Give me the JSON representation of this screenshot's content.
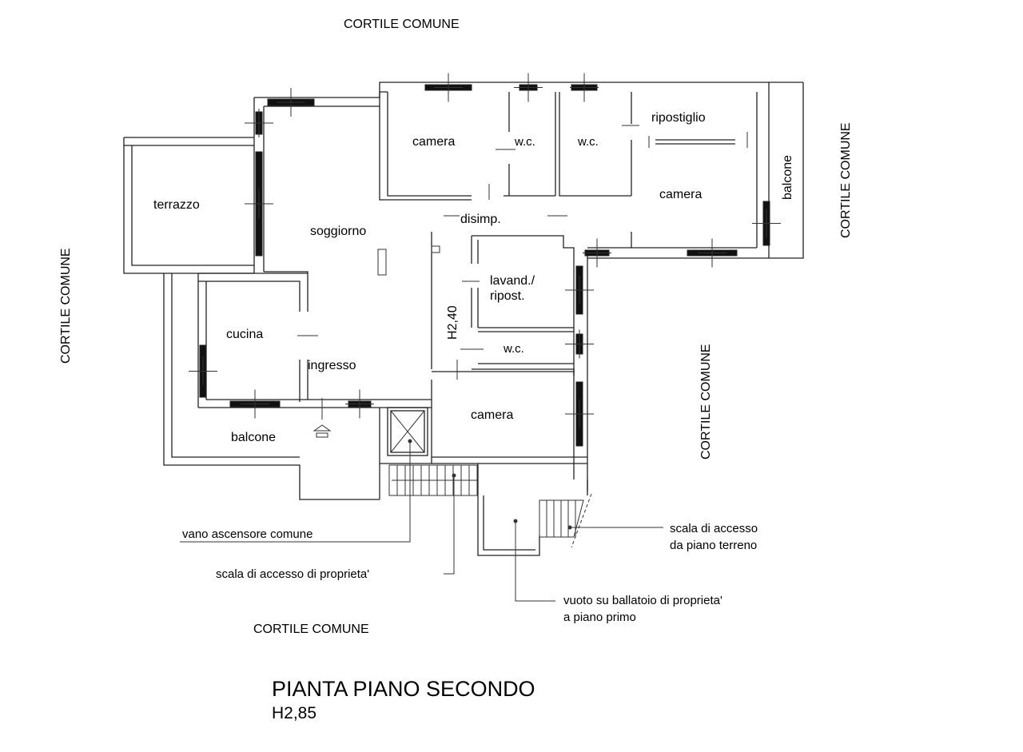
{
  "plan": {
    "title": "PIANTA PIANO SECONDO",
    "height_main": "H2,85",
    "height_sub": "H2,40"
  },
  "surroundings": {
    "top": "CORTILE COMUNE",
    "left": "CORTILE COMUNE",
    "right_top": "CORTILE COMUNE",
    "right_middle": "CORTILE COMUNE",
    "bottom": "CORTILE COMUNE"
  },
  "rooms": {
    "camera_1": "camera",
    "wc_1": "w.c.",
    "wc_2": "w.c.",
    "ripostiglio": "ripostiglio",
    "camera_2": "camera",
    "balcone_right": "balcone",
    "terrazzo": "terrazzo",
    "soggiorno": "soggiorno",
    "disimpegno": "disimp.",
    "lavanderia_line1": "lavand./",
    "lavanderia_line2": "ripost.",
    "wc_3": "w.c.",
    "cucina": "cucina",
    "ingresso": "ingresso",
    "camera_3": "camera",
    "balcone_bottom": "balcone"
  },
  "annotations": {
    "elevator": "vano ascensore comune",
    "private_stairs": "scala di accesso di proprieta'",
    "ground_stairs_line1": "scala di accesso",
    "ground_stairs_line2": "da piano terreno",
    "void_line1": "vuoto su ballatoio di proprieta'",
    "void_line2": "a piano primo"
  }
}
